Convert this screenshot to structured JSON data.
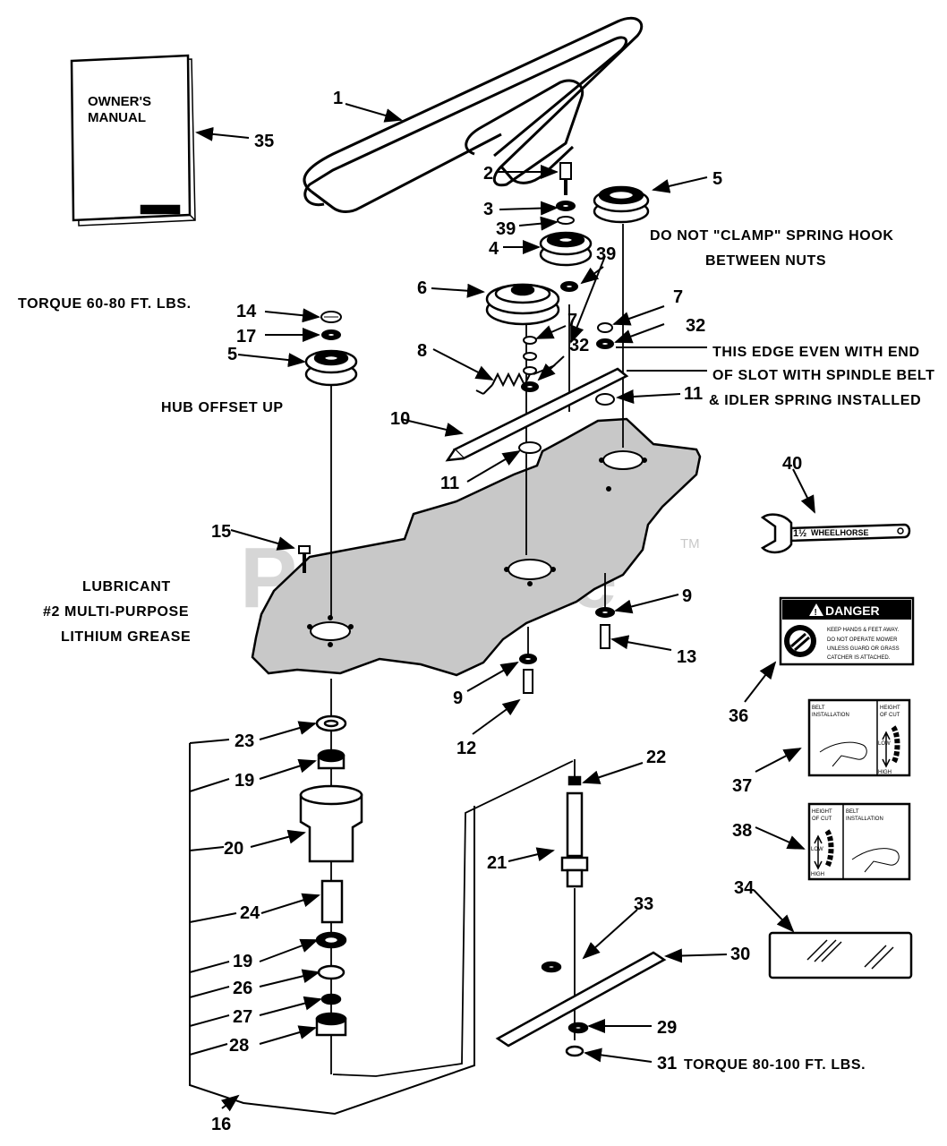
{
  "watermark": {
    "text": "PartsTree",
    "trademark": "TM"
  },
  "manual": {
    "line1": "OWNER'S",
    "line2": "MANUAL"
  },
  "wrench": {
    "size": "1½",
    "brand": "WHEELHORSE"
  },
  "decals": {
    "danger": {
      "header": "DANGER",
      "line1": "KEEP HANDS & FEET AWAY.",
      "line2": "DO NOT OPERATE MOWER",
      "line3": "UNLESS GUARD OR GRASS",
      "line4": "CATCHER IS ATTACHED."
    },
    "belt_a": {
      "title1": "BELT",
      "title2": "INSTALLATION",
      "hoc1": "HEIGHT",
      "hoc2": "OF CUT",
      "high": "HIGH",
      "low": "LOW"
    },
    "belt_b": {
      "title1": "BELT",
      "title2": "INSTALLATION",
      "hoc1": "HEIGHT",
      "hoc2": "OF CUT",
      "high": "HIGH",
      "low": "LOW"
    }
  },
  "notes": {
    "spring_hook_1": "DO NOT \"CLAMP\" SPRING HOOK",
    "spring_hook_2": "BETWEEN NUTS",
    "edge_1": "THIS EDGE EVEN WITH END",
    "edge_2": "OF SLOT WITH SPINDLE BELT",
    "edge_3": "& IDLER SPRING INSTALLED",
    "torque_top": "TORQUE 60-80 FT. LBS.",
    "hub": "HUB OFFSET UP",
    "lube_1": "LUBRICANT",
    "lube_2": "#2 MULTI-PURPOSE",
    "lube_3": "LITHIUM GREASE",
    "torque_bottom": "TORQUE 80-100 FT. LBS."
  },
  "callouts": [
    {
      "n": "1"
    },
    {
      "n": "35"
    },
    {
      "n": "2"
    },
    {
      "n": "5"
    },
    {
      "n": "3"
    },
    {
      "n": "39"
    },
    {
      "n": "4"
    },
    {
      "n": "39"
    },
    {
      "n": "6"
    },
    {
      "n": "14"
    },
    {
      "n": "17"
    },
    {
      "n": "5"
    },
    {
      "n": "7"
    },
    {
      "n": "7"
    },
    {
      "n": "32"
    },
    {
      "n": "32"
    },
    {
      "n": "8"
    },
    {
      "n": "11"
    },
    {
      "n": "10"
    },
    {
      "n": "11"
    },
    {
      "n": "40"
    },
    {
      "n": "15"
    },
    {
      "n": "9"
    },
    {
      "n": "13"
    },
    {
      "n": "9"
    },
    {
      "n": "12"
    },
    {
      "n": "36"
    },
    {
      "n": "23"
    },
    {
      "n": "19"
    },
    {
      "n": "22"
    },
    {
      "n": "37"
    },
    {
      "n": "20"
    },
    {
      "n": "38"
    },
    {
      "n": "21"
    },
    {
      "n": "34"
    },
    {
      "n": "24"
    },
    {
      "n": "33"
    },
    {
      "n": "30"
    },
    {
      "n": "19"
    },
    {
      "n": "26"
    },
    {
      "n": "27"
    },
    {
      "n": "29"
    },
    {
      "n": "28"
    },
    {
      "n": "31"
    },
    {
      "n": "16"
    }
  ]
}
